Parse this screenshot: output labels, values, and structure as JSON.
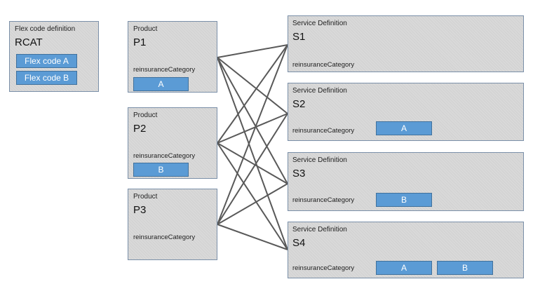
{
  "flex": {
    "header": "Flex code definition",
    "code": "RCAT",
    "chips": [
      "Flex code A",
      "Flex code B"
    ]
  },
  "products": [
    {
      "header": "Product",
      "name": "P1",
      "attr": "reinsuranceCategory",
      "value": "A"
    },
    {
      "header": "Product",
      "name": "P2",
      "attr": "reinsuranceCategory",
      "value": "B"
    },
    {
      "header": "Product",
      "name": "P3",
      "attr": "reinsuranceCategory",
      "value": null
    }
  ],
  "services": [
    {
      "header": "Service Definition",
      "name": "S1",
      "attr": "reinsuranceCategory",
      "values": []
    },
    {
      "header": "Service Definition",
      "name": "S2",
      "attr": "reinsuranceCategory",
      "values": [
        "A"
      ]
    },
    {
      "header": "Service Definition",
      "name": "S3",
      "attr": "reinsuranceCategory",
      "values": [
        "B"
      ]
    },
    {
      "header": "Service Definition",
      "name": "S4",
      "attr": "reinsuranceCategory",
      "values": [
        "A",
        "B"
      ]
    }
  ],
  "colors": {
    "box_fill": "#d9d9d9",
    "box_border": "#7a8fa8",
    "chip_fill": "#5b9bd5",
    "line": "#595959"
  }
}
